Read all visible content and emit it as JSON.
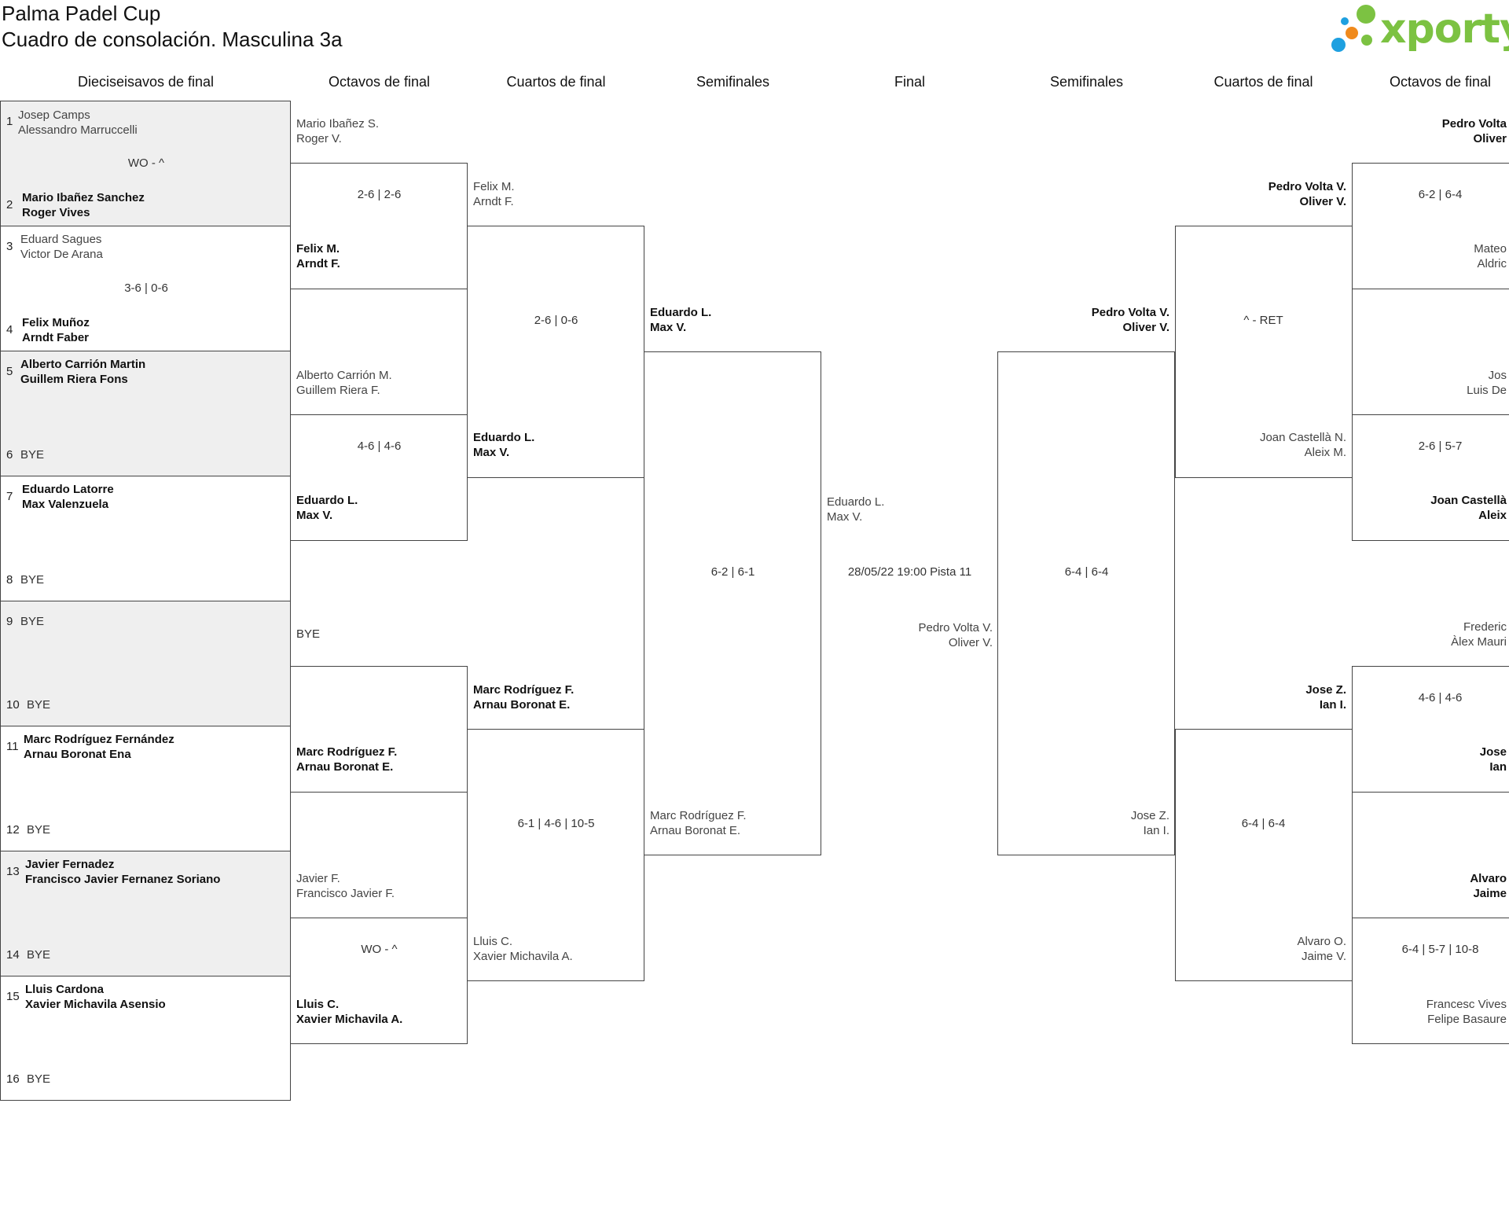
{
  "header": {
    "title": "Palma Padel Cup",
    "subtitle": "Cuadro de consolación. Masculina 3a",
    "logo_text": "xporty",
    "brand_colors": [
      "#7cc242",
      "#1ea0e0",
      "#f08a1c"
    ]
  },
  "rounds": [
    "Dieciseisavos de final",
    "Octavos de final",
    "Cuartos de final",
    "Semifinales",
    "Final",
    "Semifinales",
    "Cuartos de final",
    "Octavos de final"
  ],
  "r32": {
    "m1": {
      "n1": "1",
      "p1a": "Josep Camps",
      "p1b": "Alessandro Marruccelli",
      "score": "WO - ^",
      "n2": "2",
      "p2a": "Mario Ibañez Sanchez",
      "p2b": "Roger Vives"
    },
    "m2": {
      "n1": "3",
      "p1a": "Eduard Sagues",
      "p1b": "Victor De Arana",
      "score": "3-6 | 0-6",
      "n2": "4",
      "p2a": "Felix Muñoz",
      "p2b": "Arndt Faber"
    },
    "m3": {
      "n1": "5",
      "p1a": "Alberto Carrión Martin",
      "p1b": "Guillem Riera Fons",
      "n2": "6",
      "bye": "BYE"
    },
    "m4": {
      "n1": "7",
      "p1a": "Eduardo Latorre",
      "p1b": "Max Valenzuela",
      "n2": "8",
      "bye": "BYE"
    },
    "m5": {
      "n1": "9",
      "bye1": "BYE",
      "n2": "10",
      "bye2": "BYE"
    },
    "m6": {
      "n1": "11",
      "p1a": "Marc Rodríguez Fernández",
      "p1b": "Arnau Boronat Ena",
      "n2": "12",
      "bye": "BYE"
    },
    "m7": {
      "n1": "13",
      "p1a": "Javier Fernadez",
      "p1b": "Francisco Javier Fernanez Soriano",
      "n2": "14",
      "bye": "BYE"
    },
    "m8": {
      "n1": "15",
      "p1a": "Lluis Cardona",
      "p1b": "Xavier Michavila Asensio",
      "n2": "16",
      "bye": "BYE"
    }
  },
  "left": {
    "r16": [
      {
        "t1a": "Mario Ibañez S.",
        "t1b": "Roger V.",
        "score": "2-6 | 2-6",
        "t2a": "Felix M.",
        "t2b": "Arndt F."
      },
      {
        "t1a": "Alberto Carrión M.",
        "t1b": "Guillem Riera F.",
        "score": "4-6 | 4-6",
        "t2a": "Eduardo L.",
        "t2b": "Max V."
      },
      {
        "t1": "BYE",
        "t2a": "Marc Rodríguez F.",
        "t2b": "Arnau Boronat E."
      },
      {
        "t1a": "Javier F.",
        "t1b": "Francisco Javier F.",
        "score": "WO - ^",
        "t2a": "Lluis C.",
        "t2b": "Xavier Michavila A."
      }
    ],
    "qf": [
      {
        "t1a": "Felix M.",
        "t1b": "Arndt F.",
        "score": "2-6 | 0-6",
        "t2a": "Eduardo L.",
        "t2b": "Max V."
      },
      {
        "t1a": "Marc Rodríguez F.",
        "t1b": "Arnau Boronat E.",
        "score": "6-1 | 4-6 | 10-5",
        "t2a": "Lluis C.",
        "t2b": "Xavier Michavila A."
      }
    ],
    "sf": {
      "t1a": "Eduardo L.",
      "t1b": "Max V.",
      "score": "6-2 | 6-1",
      "t2a": "Marc Rodríguez F.",
      "t2b": "Arnau Boronat E."
    }
  },
  "final": {
    "t1a": "Eduardo L.",
    "t1b": "Max V.",
    "info": "28/05/22 19:00 Pista 11",
    "t2a": "Pedro Volta V.",
    "t2b": "Oliver V."
  },
  "right": {
    "sf": {
      "t1a": "Pedro Volta V.",
      "t1b": "Oliver V.",
      "score": "6-4 | 6-4",
      "t2a": "Jose Z.",
      "t2b": "Ian I."
    },
    "qf": [
      {
        "t1a": "Pedro Volta V.",
        "t1b": "Oliver V.",
        "score": "^ - RET",
        "t2a": "Joan Castellà N.",
        "t2b": "Aleix M."
      },
      {
        "t1a": "Jose Z.",
        "t1b": "Ian I.",
        "score": "6-4 | 6-4",
        "t2a": "Alvaro O.",
        "t2b": "Jaime V."
      }
    ],
    "r16": [
      {
        "t1a": "Pedro Volta",
        "t1b": "Oliver",
        "score": "6-2 | 6-4",
        "t2a": "Mateo",
        "t2b": "Aldric"
      },
      {
        "t1a": "Jos",
        "t1b": "Luis De",
        "score": "2-6 | 5-7",
        "t2a": "Joan Castellà",
        "t2b": "Aleix"
      },
      {
        "t1a": "Frederic",
        "t1b": "Àlex Mauri",
        "score": "4-6 | 4-6",
        "t2a": "Jose",
        "t2b": "Ian"
      },
      {
        "t1a": "Alvaro",
        "t1b": "Jaime",
        "score": "6-4 | 5-7 | 10-8",
        "t2a": "Francesc Vives",
        "t2b": "Felipe Basaure"
      }
    ]
  }
}
